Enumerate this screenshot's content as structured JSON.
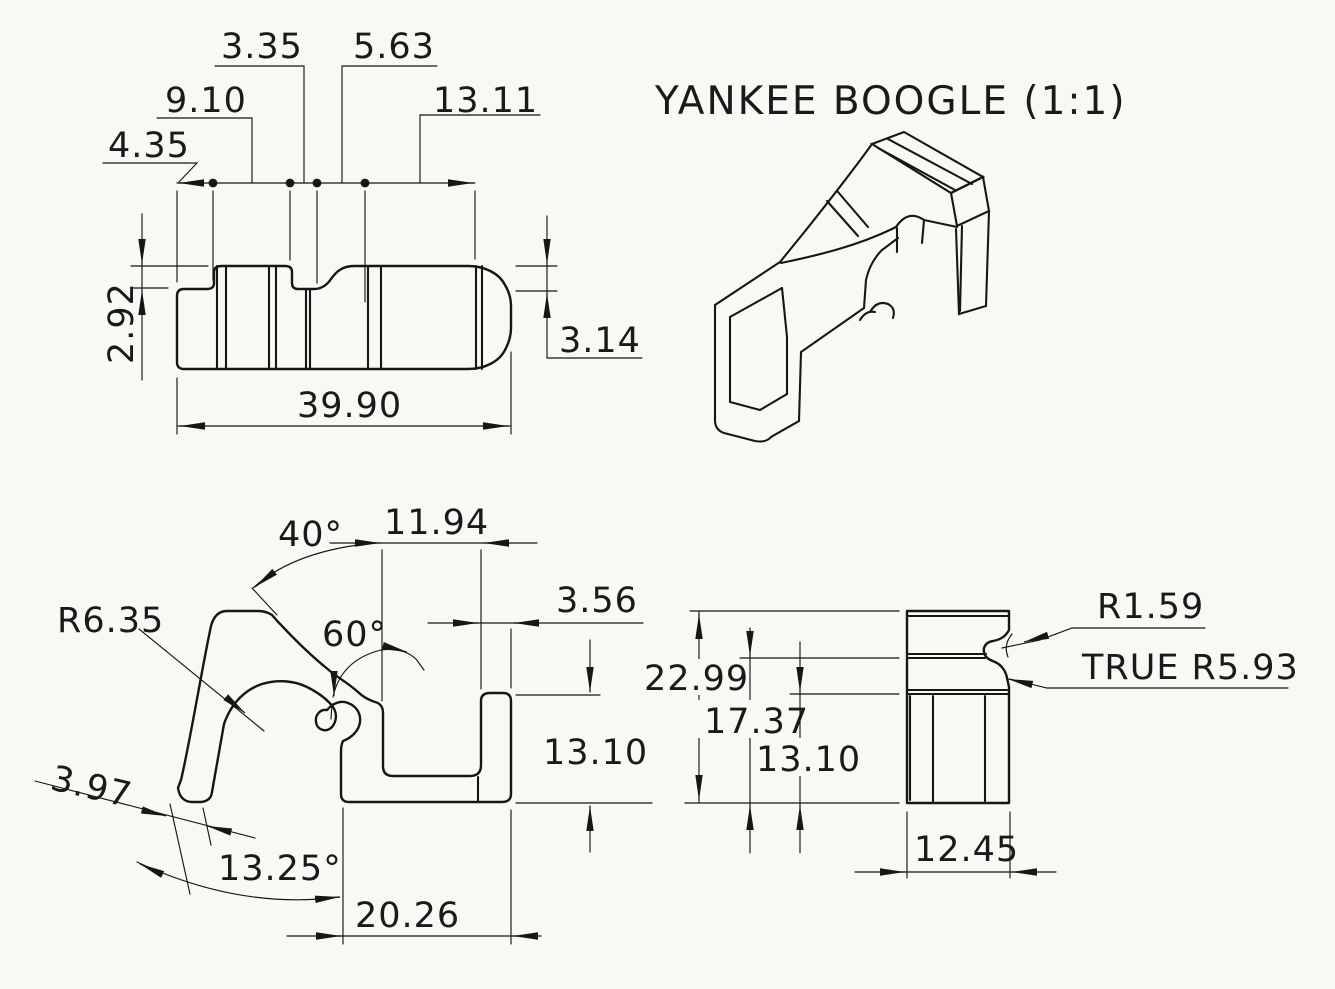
{
  "title": "YANKEE BOOGLE (1:1)",
  "front": {
    "chain": [
      "4.35",
      "9.10",
      "3.35",
      "5.63",
      "13.11"
    ],
    "step_height": "2.92",
    "cap_height": "3.14",
    "overall_width": "39.90"
  },
  "profile": {
    "bend_angle": "40°",
    "slot_width": "11.94",
    "wall_thickness": "3.56",
    "arm_radius": "R6.35",
    "hook_angle": "60°",
    "wall_height": "13.10",
    "arm_thickness": "3.97",
    "arm_angle": "13.25°",
    "base_width": "20.26"
  },
  "side": {
    "total_height": "22.99",
    "upper_height": "17.37",
    "lower_height": "13.10",
    "notch_radius": "R1.59",
    "true_radius": "TRUE R5.93",
    "width": "12.45"
  },
  "colors": {
    "background": "#f8f8f5",
    "line": "#161616"
  }
}
